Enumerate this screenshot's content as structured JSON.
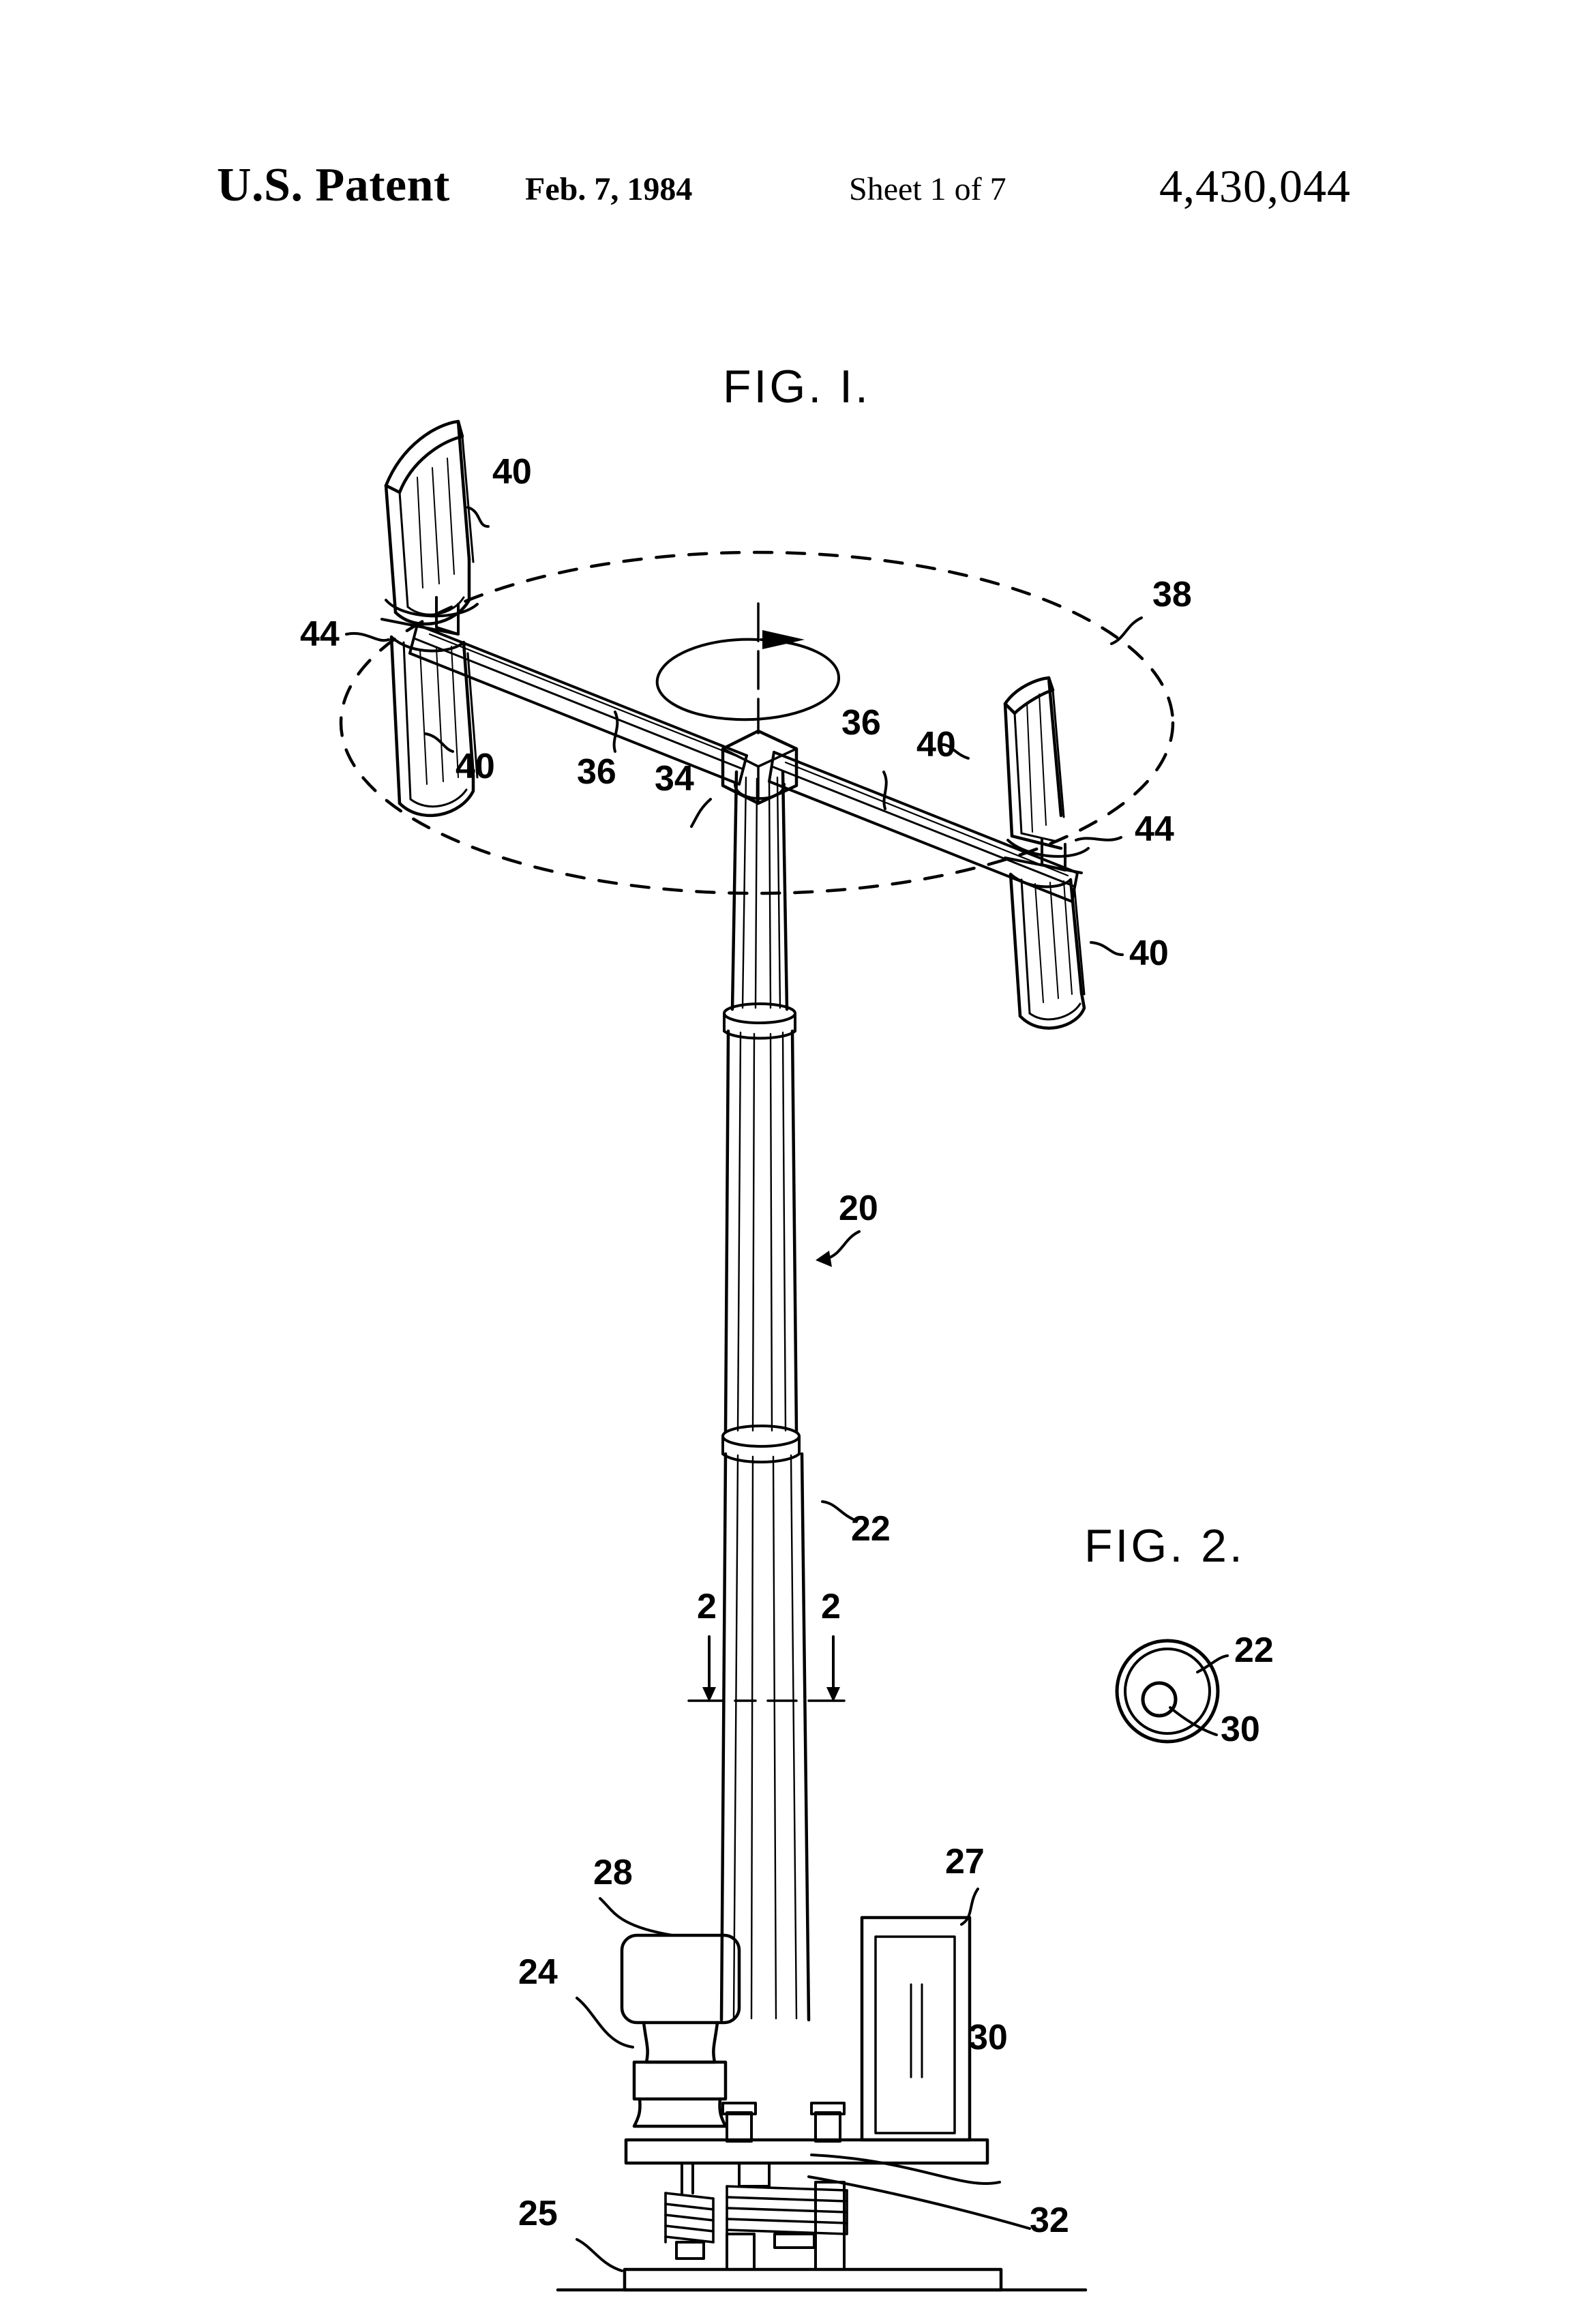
{
  "header": {
    "office": "U.S. Patent",
    "date": "Feb. 7, 1984",
    "sheet": "Sheet 1 of 7",
    "patent_number": "4,430,044"
  },
  "figures": [
    {
      "id": "fig1",
      "label": "FIG. I."
    },
    {
      "id": "fig2",
      "label": "FIG. 2."
    }
  ],
  "reference_numerals": {
    "blade_top_left": "40",
    "blade_mid_left": "40",
    "blade_right_upper": "40",
    "blade_right_lower": "40",
    "mount_left": "44",
    "mount_right": "44",
    "sweep_circle": "38",
    "arm_left": "36",
    "arm_right": "36",
    "hub": "34",
    "tower_upper": "20",
    "tower_lower": "22",
    "section_left": "2",
    "section_right": "2",
    "base_plate": "24",
    "ground_pad": "25",
    "cabinet": "27",
    "generator": "28",
    "shaft": "30",
    "spring_mount": "32",
    "fig2_tube": "22",
    "fig2_shaft": "30"
  },
  "colors": {
    "ink": "#000000",
    "paper": "#ffffff"
  }
}
